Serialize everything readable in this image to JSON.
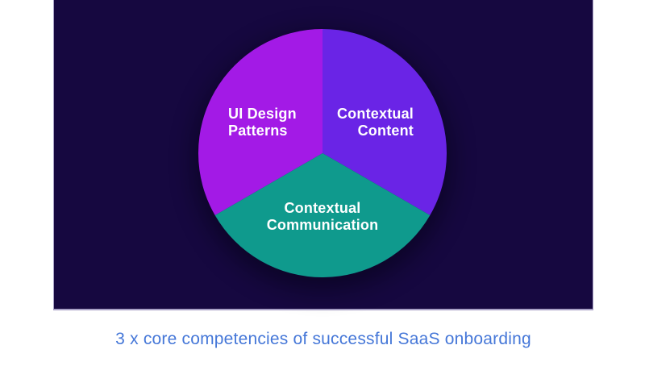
{
  "colors": {
    "page_bg": "#ffffff",
    "panel_bg": "#160840",
    "panel_border": "#a8a0c6",
    "slice_label": "#ffffff",
    "caption": "#4577d8"
  },
  "chart_data": {
    "type": "pie",
    "title": "3 x core competencies of successful SaaS onboarding",
    "legend": "none",
    "start_angle_deg": 0,
    "slices": [
      {
        "label": "UI Design Patterns",
        "label_line1": "UI Design",
        "label_line2": "Patterns",
        "value": 33.33,
        "color": "#a31ae6"
      },
      {
        "label": "Contextual Content",
        "label_line1": "Contextual",
        "label_line2": "Content",
        "value": 33.33,
        "color": "#6a24e6"
      },
      {
        "label": "Contextual Communication",
        "label_line1": "Contextual",
        "label_line2": "Communication",
        "value": 33.33,
        "color": "#0f9a8d"
      }
    ]
  },
  "caption": {
    "text": "3 x core competencies of successful SaaS onboarding"
  }
}
